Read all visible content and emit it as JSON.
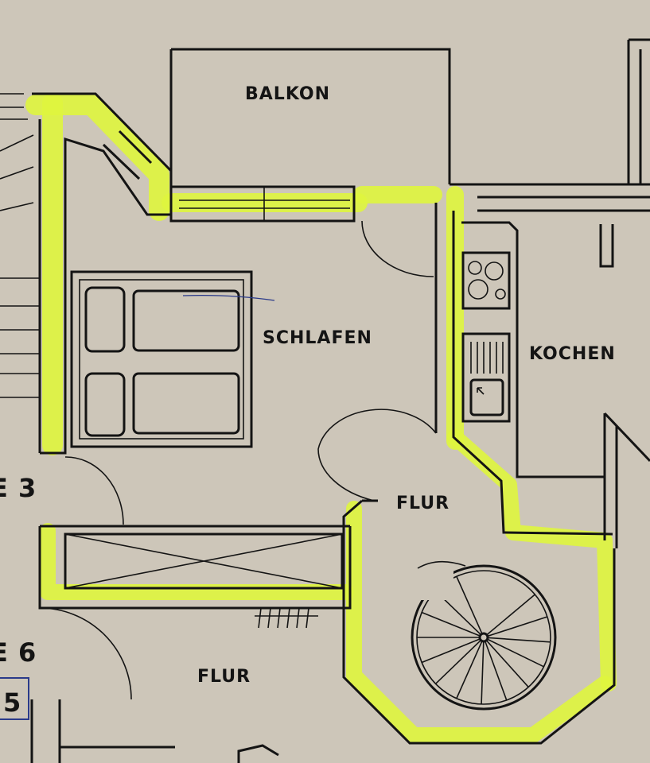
{
  "rooms": {
    "balkon": "BALKON",
    "schlafen": "SCHLAFEN",
    "kochen": "KOCHEN",
    "flur_upper": "FLUR",
    "flur_lower": "FLUR"
  },
  "edge_marks": {
    "mark_3": "E 3",
    "mark_6": "E 6",
    "mark_5": "5"
  },
  "colors": {
    "paper": "#cdc6b9",
    "ink": "#141414",
    "highlighter": "#dff53e",
    "pen": "#2a3a8a"
  }
}
